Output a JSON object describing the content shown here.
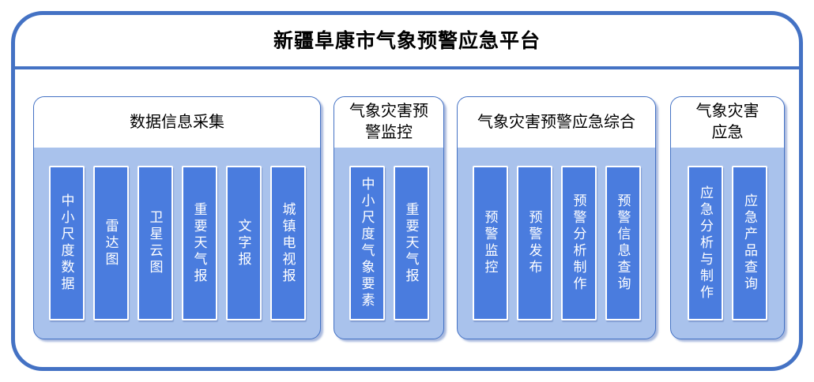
{
  "diagram": {
    "title": "新疆阜康市气象预警应急平台",
    "colors": {
      "frame_border": "#4472C4",
      "divider": "#4472C4",
      "group_border": "#4472C4",
      "group_body_bg": "#A9C2EC",
      "group_header_bg": "#FFFFFF",
      "item_fill": "#4A7CDE",
      "item_border": "#FFFFFF",
      "item_text": "#FFFFFF",
      "title_text": "#000000"
    },
    "groups": [
      {
        "header": "数据信息采集",
        "items": [
          "中小尺度数据",
          "雷达图",
          "卫星云图",
          "重要天气报",
          "文字报",
          "城镇电视报"
        ]
      },
      {
        "header": "气象灾害预\n警监控",
        "items": [
          "中小尺度气象要素",
          "重要天气报"
        ]
      },
      {
        "header": "气象灾害预警应急综合",
        "items": [
          "预警监控",
          "预警发布",
          "预警分析制作",
          "预警信息查询"
        ]
      },
      {
        "header": "气象灾害\n应急",
        "items": [
          "应急分析与制作",
          "应急产品查询"
        ]
      }
    ]
  }
}
